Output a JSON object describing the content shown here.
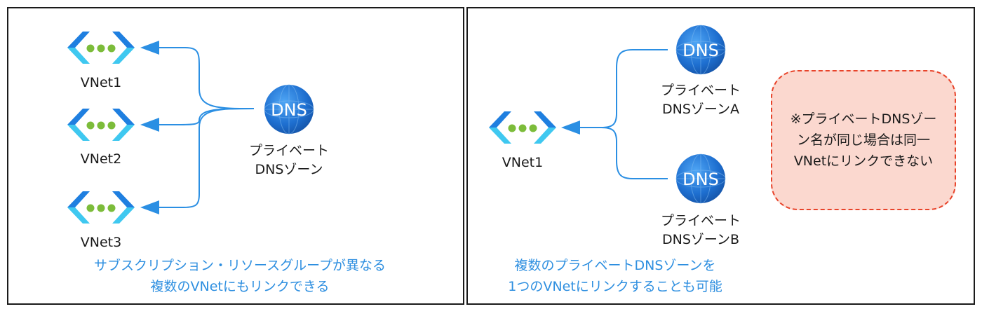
{
  "left_panel": {
    "vnets": [
      {
        "label": "VNet1",
        "icon": "vnet-icon"
      },
      {
        "label": "VNet2",
        "icon": "vnet-icon"
      },
      {
        "label": "VNet3",
        "icon": "vnet-icon"
      }
    ],
    "dns_zone": {
      "icon_text": "DNS",
      "label_line1": "プライベート",
      "label_line2": "DNSゾーン",
      "icon": "dns-globe-icon"
    },
    "caption_line1": "サブスクリプション・リソースグループが異なる",
    "caption_line2": "複数のVNetにもリンクできる"
  },
  "right_panel": {
    "vnet": {
      "label": "VNet1",
      "icon": "vnet-icon"
    },
    "dns_zones": [
      {
        "icon_text": "DNS",
        "label_line1": "プライベート",
        "label_line2": "DNSゾーンA",
        "icon": "dns-globe-icon"
      },
      {
        "icon_text": "DNS",
        "label_line1": "プライベート",
        "label_line2": "DNSゾーンB",
        "icon": "dns-globe-icon"
      }
    ],
    "note": "※プライベートDNSゾー\nン名が同じ場合は同一\nVNetにリンクできない",
    "caption_line1": "複数のプライベートDNSゾーンを",
    "caption_line2": "1つのVNetにリンクすることも可能"
  },
  "colors": {
    "connector": "#2b8fe3",
    "caption": "#2e8fe0",
    "note_border": "#e8432a",
    "note_fill": "#fbd8cf",
    "dns_globe": "#1e6fd0",
    "vnet_bracket_dark": "#1f7fe0",
    "vnet_bracket_light": "#3fc8f0",
    "vnet_dots": "#7cbc3a"
  }
}
